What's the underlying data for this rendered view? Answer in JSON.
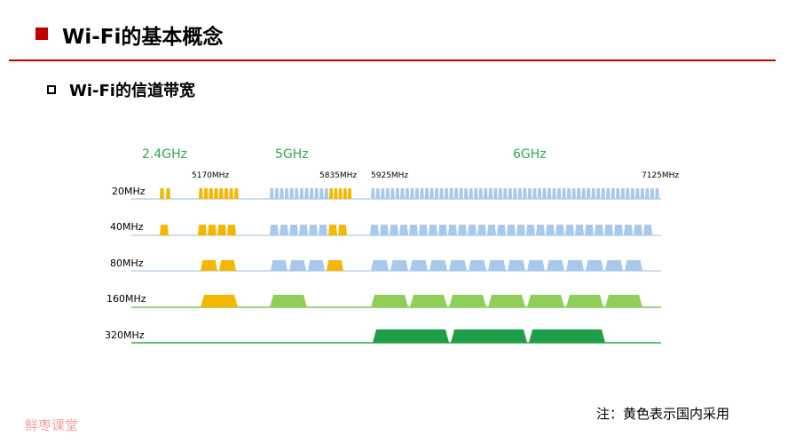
{
  "slide": {
    "title": "Wi-Fi的基本概念",
    "subtitle": "Wi-Fi的信道带宽",
    "note": "注：黄色表示国内采用",
    "watermark": "鲜枣课堂"
  },
  "bands": [
    {
      "label": "2.4GHz",
      "color": "#2ea84a"
    },
    {
      "label": "5GHz",
      "color": "#2ea84a"
    },
    {
      "label": "6GHz",
      "color": "#2ea84a"
    }
  ],
  "frequency_markers": [
    "5170MHz",
    "5835MHz",
    "5925MHz",
    "7125MHz"
  ],
  "rows": [
    {
      "label": "20MHz",
      "line_color": "#bcd3ea"
    },
    {
      "label": "40MHz",
      "line_color": "#bcd3ea"
    },
    {
      "label": "80MHz",
      "line_color": "#bcd3ea"
    },
    {
      "label": "160MHz",
      "line_color": "#7fc856"
    },
    {
      "label": "320MHz",
      "line_color": "#2ea84a"
    }
  ],
  "colors": {
    "china_adopted": "#f5b700",
    "narrow_channel": "#a9c9ea",
    "channel_160": "#8ecf5a",
    "channel_320": "#1e9e46",
    "title_accent": "#c00000"
  }
}
